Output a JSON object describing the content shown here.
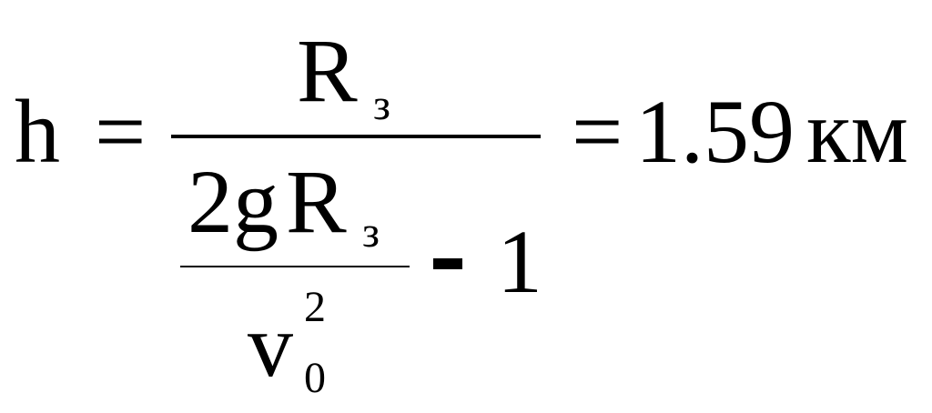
{
  "formula": {
    "lhs_var": "h",
    "eq1": "=",
    "numerator": {
      "base": "R",
      "subscript": "з"
    },
    "denominator": {
      "inner_numerator": {
        "coef": "2g",
        "base": "R",
        "subscript": "з"
      },
      "inner_denominator": {
        "base": "v",
        "subscript": "0",
        "superscript": "2"
      },
      "minus": "-",
      "one": "1"
    },
    "eq2": "=",
    "result": "1.59",
    "unit": "км"
  }
}
